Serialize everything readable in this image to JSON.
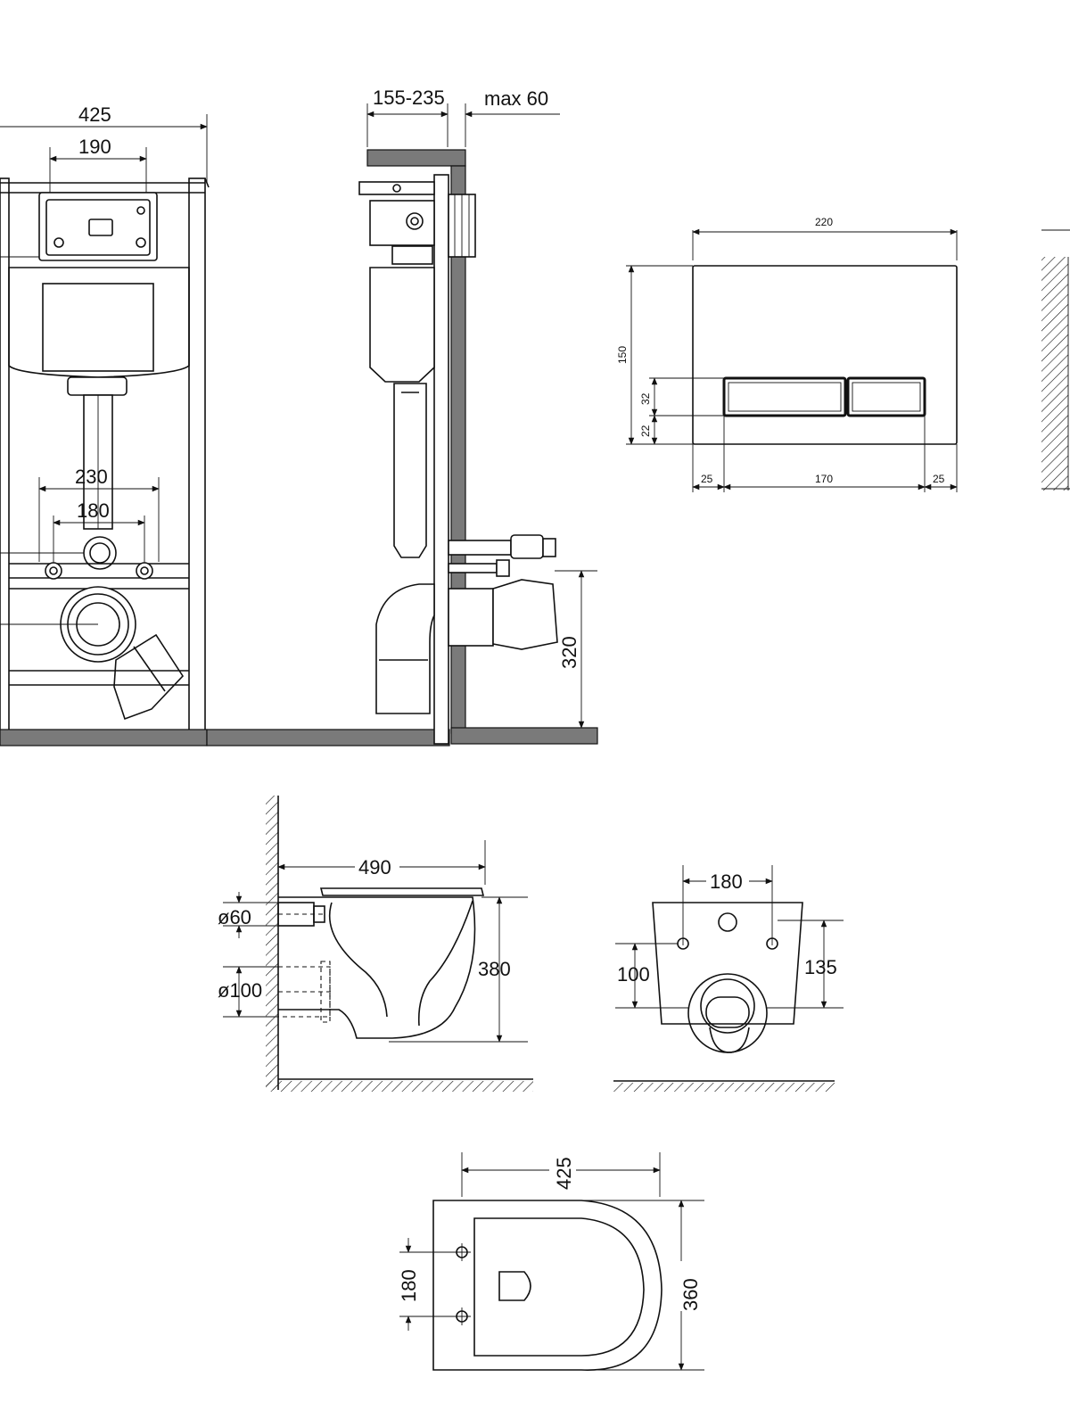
{
  "colors": {
    "line": "#111111",
    "wall": "#7a7a7a",
    "background": "#ffffff"
  },
  "front_view": {
    "width_425": "425",
    "width_190": "190",
    "width_230": "230",
    "width_180": "180"
  },
  "side_view": {
    "depth_range": "155-235",
    "depth_max": "max 60",
    "height_320": "320"
  },
  "flush_plate": {
    "width_220": "220",
    "height_150": "150",
    "button_32": "32",
    "offset_22": "22",
    "margin_left_25": "25",
    "center_170": "170",
    "margin_right_25": "25"
  },
  "bowl_side": {
    "length_490": "490",
    "pipe_60": "ø60",
    "pipe_100": "ø100",
    "height_380": "380"
  },
  "bowl_back": {
    "spacing_180": "180",
    "height_100": "100",
    "height_135": "135"
  },
  "bowl_top": {
    "length_425": "425",
    "spacing_180": "180",
    "width_360": "360"
  }
}
